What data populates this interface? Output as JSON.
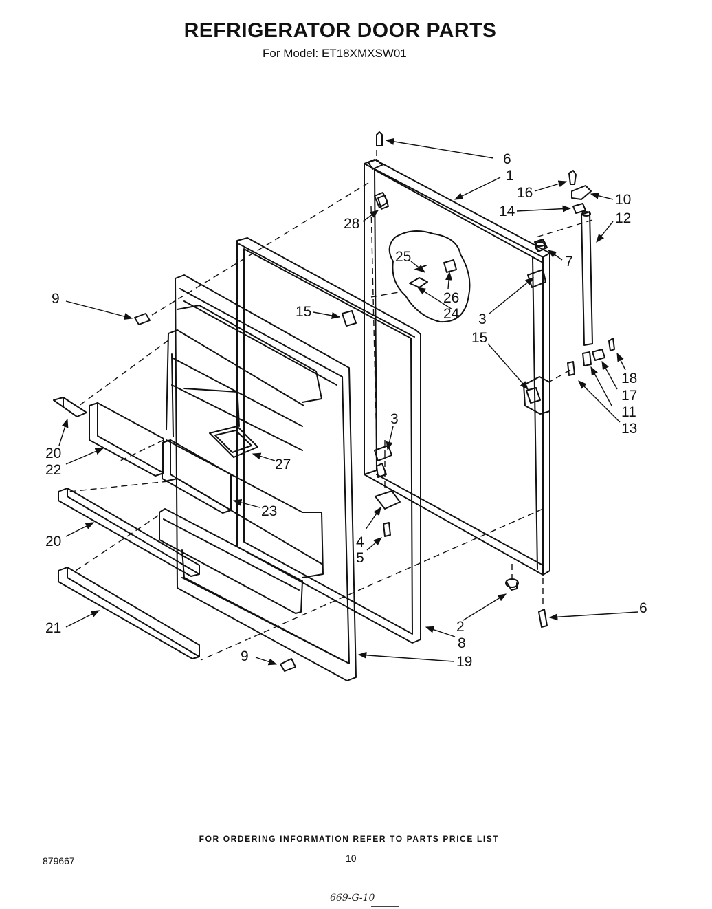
{
  "header": {
    "title": "REFRIGERATOR DOOR PARTS",
    "subtitle": "For Model: ET18XMXSW01"
  },
  "callouts": [
    "6",
    "1",
    "16",
    "10",
    "14",
    "12",
    "28",
    "7",
    "25",
    "26",
    "24",
    "3",
    "9",
    "15",
    "15",
    "18",
    "17",
    "11",
    "13",
    "3",
    "20",
    "22",
    "27",
    "23",
    "20",
    "4",
    "5",
    "2",
    "6",
    "21",
    "8",
    "9",
    "19"
  ],
  "footer": {
    "note": "FOR ORDERING INFORMATION REFER TO PARTS PRICE LIST",
    "doc_number": "879667",
    "page_number": "10",
    "handwritten": "669-G-10"
  },
  "colors": {
    "ink": "#111111",
    "paper": "#ffffff"
  }
}
